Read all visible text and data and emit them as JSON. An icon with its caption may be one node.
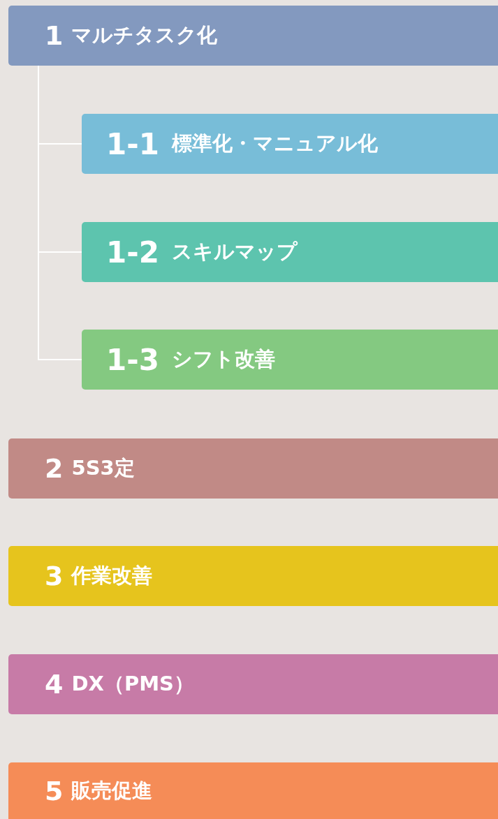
{
  "diagram": {
    "nodes": [
      {
        "text": [
          "1",
          "マルチタスク化"
        ]
      },
      {
        "text": [
          "1-1",
          "標準化・マニュアル化"
        ]
      },
      {
        "text": [
          "1-2",
          "スキルマップ"
        ]
      },
      {
        "text": [
          "1-3",
          "シフト改善"
        ]
      },
      {
        "text": [
          "2",
          "5S3定"
        ]
      },
      {
        "text": [
          "3",
          "作業改善"
        ]
      },
      {
        "text": [
          "4",
          "DX（PMS）"
        ]
      },
      {
        "text": [
          "5",
          "販売促進"
        ]
      }
    ],
    "edges": [
      {
        "from": 0,
        "to": 1,
        "arrow": "none"
      },
      {
        "from": 0,
        "to": 2,
        "arrow": "none"
      },
      {
        "from": 0,
        "to": 3,
        "arrow": "none"
      }
    ]
  }
}
